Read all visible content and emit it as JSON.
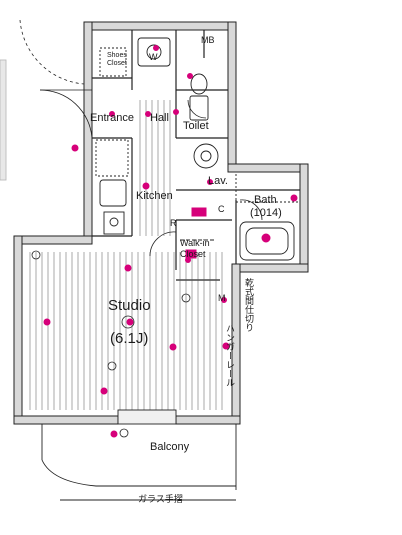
{
  "rooms": {
    "mb": "MB",
    "shoes_closet": "Shoes Closet",
    "wash": "W",
    "entrance": "Entrance",
    "hall": "Hall",
    "toilet": "Toilet",
    "lav": "Lav.",
    "kitchen": "Kitchen",
    "bath": "Bath",
    "bath_size": "(1014)",
    "walkin_closet": "Walk-in Closet",
    "studio": "Studio",
    "studio_size": "(6.1J)",
    "balcony": "Balcony"
  },
  "notes": {
    "dry_partition": "乾式間仕切り",
    "hanger_rail": "ハンガーレール",
    "glass_railing": "ガラス手摺",
    "refrigerator_mark": "R",
    "washer_mark": "C",
    "meter_mark": "M"
  },
  "colors": {
    "outlet_magenta": "#d6007a",
    "wall": "#d9d9d9",
    "line": "#222222"
  }
}
